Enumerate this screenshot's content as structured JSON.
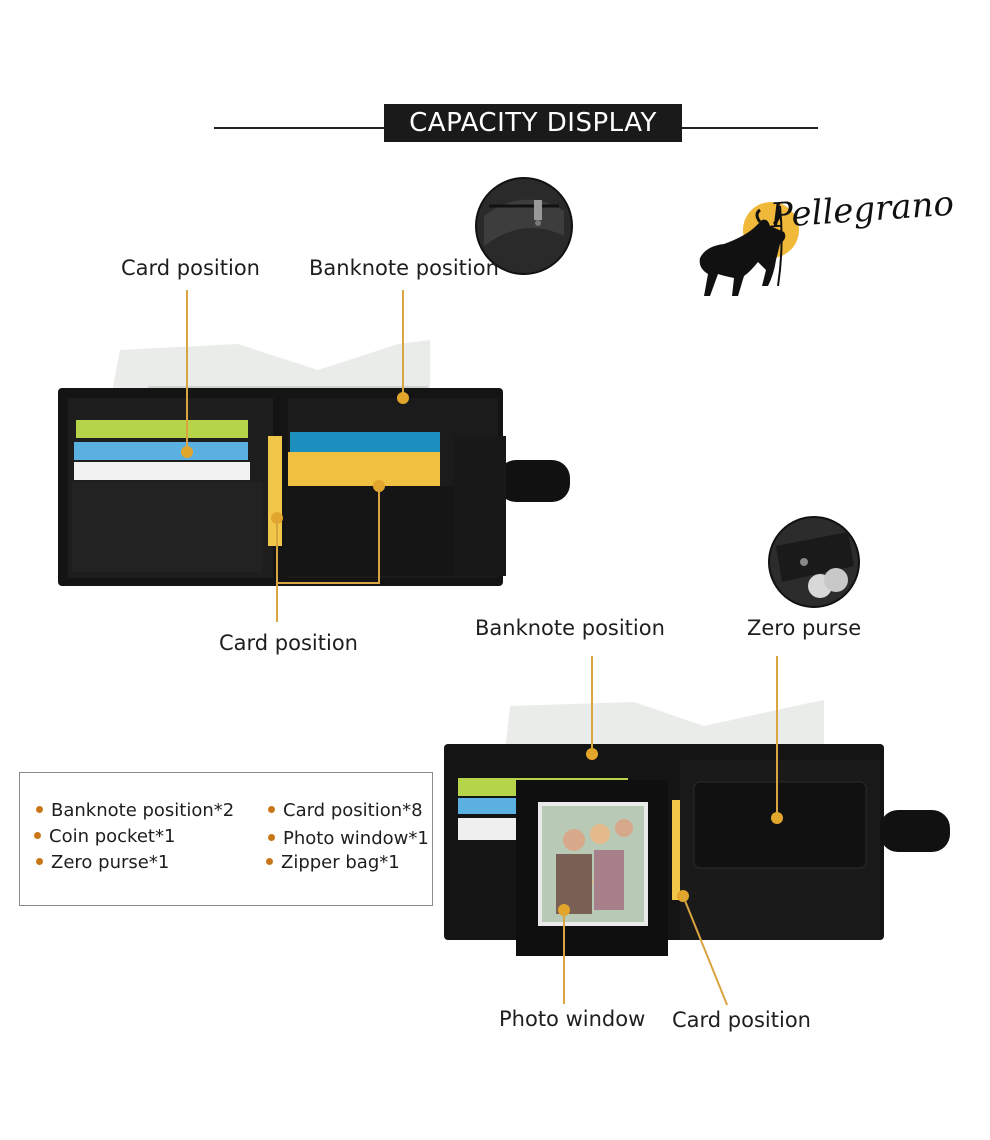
{
  "header": {
    "title": "CAPACITY DISPLAY"
  },
  "brand": {
    "name": "Pellegrano"
  },
  "top_wallet": {
    "labels": {
      "card_left": "Card position",
      "banknote": "Banknote position",
      "card_bottom": "Card position"
    }
  },
  "bottom_wallet": {
    "labels": {
      "banknote": "Banknote position",
      "zero_purse": "Zero purse",
      "photo_window": "Photo window",
      "card": "Card position"
    }
  },
  "features": {
    "col1": [
      "Banknote position*2",
      "Coin pocket*1",
      "Zero purse*1"
    ],
    "col2": [
      "Card position*8",
      "Photo window*1",
      "Zipper bag*1"
    ]
  },
  "colors": {
    "accent": "#d9a441",
    "dark": "#1a1a1a",
    "bullet": "#c9761a"
  }
}
